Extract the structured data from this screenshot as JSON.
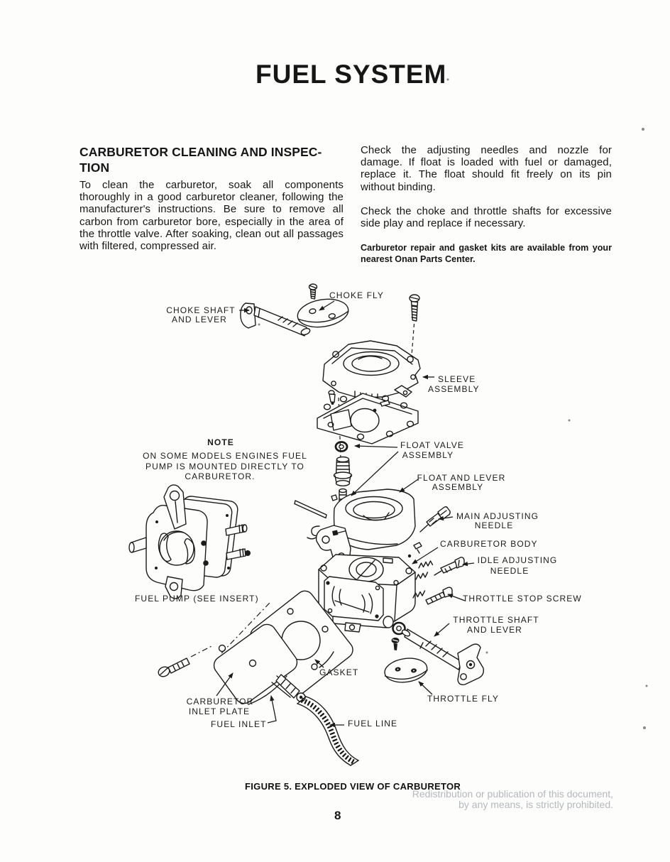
{
  "page": {
    "title": "FUEL SYSTEM",
    "page_number": "8"
  },
  "colors": {
    "ink": "#1b1b1b",
    "paper": "#fdfdfc",
    "watermark_gray": "#b4b8bc"
  },
  "left_column": {
    "heading_line1": "CARBURETOR CLEANING AND INSPEC-",
    "heading_line2": "TION",
    "body": "To clean the carburetor, soak all components thoroughly in a good carburetor cleaner, following the manufacturer's instructions. Be sure to remove all carbon from carburetor bore, especially in the area of the throttle valve. After soaking, clean out all passages with filtered, compressed air."
  },
  "right_column": {
    "para1": "Check the adjusting needles and nozzle for damage. If float is loaded with fuel or damaged, replace it. The float should fit freely on its pin without binding.",
    "para2": "Check the choke and throttle shafts for excessive side play and replace if necessary.",
    "para3": "Carburetor repair and gasket kits are available from your nearest Onan Parts Center."
  },
  "figure": {
    "caption": "FIGURE 5.  EXPLODED VIEW OF CARBURETOR",
    "note": {
      "title": "NOTE",
      "line1": "ON SOME MODELS ENGINES FUEL",
      "line2": "PUMP IS MOUNTED DIRECTLY TO",
      "line3": "CARBURETOR."
    },
    "labels": {
      "choke_shaft": [
        "CHOKE SHAFT",
        "AND LEVER"
      ],
      "choke_fly": [
        "CHOKE FLY"
      ],
      "sleeve": [
        "SLEEVE",
        "ASSEMBLY"
      ],
      "float_valve": [
        "FLOAT VALVE",
        "ASSEMBLY"
      ],
      "float_lever": [
        "FLOAT AND LEVER",
        "ASSEMBLY"
      ],
      "main_needle": [
        "MAIN ADJUSTING",
        "NEEDLE"
      ],
      "carburetor_body": [
        "CARBURETOR BODY"
      ],
      "idle_needle": [
        "IDLE ADJUSTING",
        "NEEDLE"
      ],
      "throttle_stop": [
        "THROTTLE STOP SCREW"
      ],
      "throttle_shaft": [
        "THROTTLE SHAFT",
        "AND LEVER"
      ],
      "throttle_fly": [
        "THROTTLE FLY"
      ],
      "fuel_pump": [
        "FUEL PUMP (SEE INSERT)"
      ],
      "gasket": [
        "GASKET"
      ],
      "inlet_plate": [
        "CARBURETOR",
        "INLET PLATE"
      ],
      "fuel_inlet": [
        "FUEL INLET"
      ],
      "fuel_line": [
        "FUEL LINE"
      ]
    }
  },
  "watermark": {
    "line1": "Redistribution or publication of this document,",
    "line2": "by any means, is strictly prohibited."
  }
}
